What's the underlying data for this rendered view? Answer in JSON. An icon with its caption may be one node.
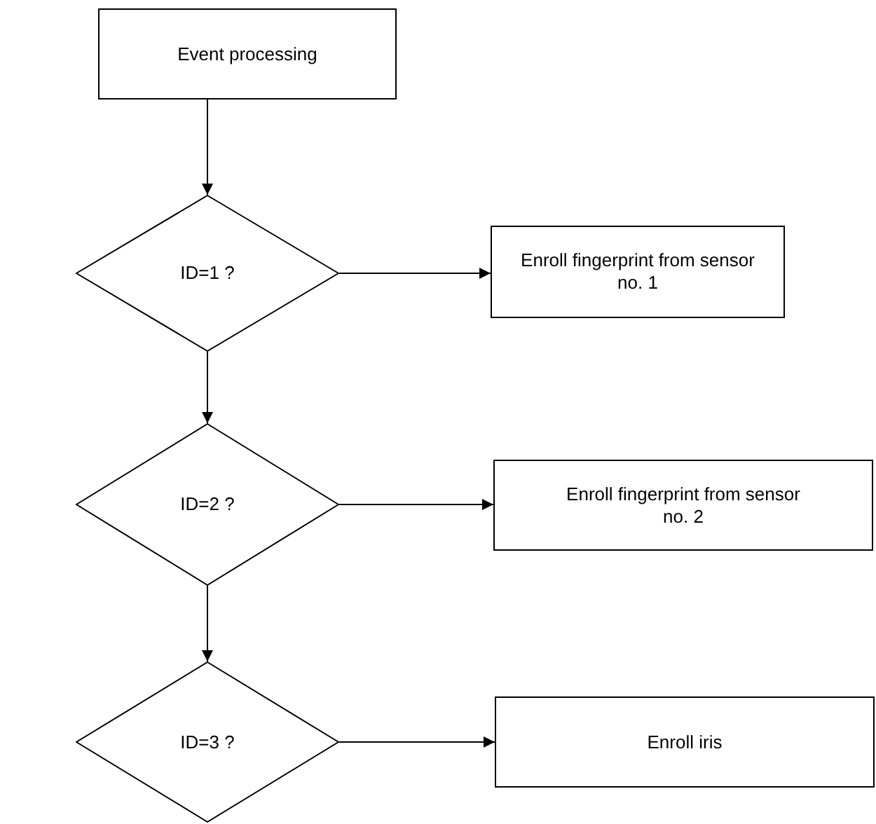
{
  "diagram": {
    "nodes": [
      {
        "text": [
          "Event processing"
        ]
      },
      {
        "text": [
          "ID=1 ?"
        ]
      },
      {
        "text": [
          "Enroll fingerprint from sensor no. 1"
        ]
      },
      {
        "text": [
          "ID=2 ?"
        ]
      },
      {
        "text": [
          "Enroll fingerprint from sensor no. 2"
        ]
      },
      {
        "text": [
          "ID=3 ?"
        ]
      },
      {
        "text": [
          "Enroll iris"
        ]
      }
    ],
    "edges": [
      {
        "from": 0,
        "to": 1,
        "arrow": "to"
      },
      {
        "from": 1,
        "to": 2,
        "arrow": "to"
      },
      {
        "from": 1,
        "to": 3,
        "arrow": "to"
      },
      {
        "from": 3,
        "to": 4,
        "arrow": "to"
      },
      {
        "from": 3,
        "to": 5,
        "arrow": "to"
      },
      {
        "from": 5,
        "to": 6,
        "arrow": "to"
      }
    ]
  }
}
